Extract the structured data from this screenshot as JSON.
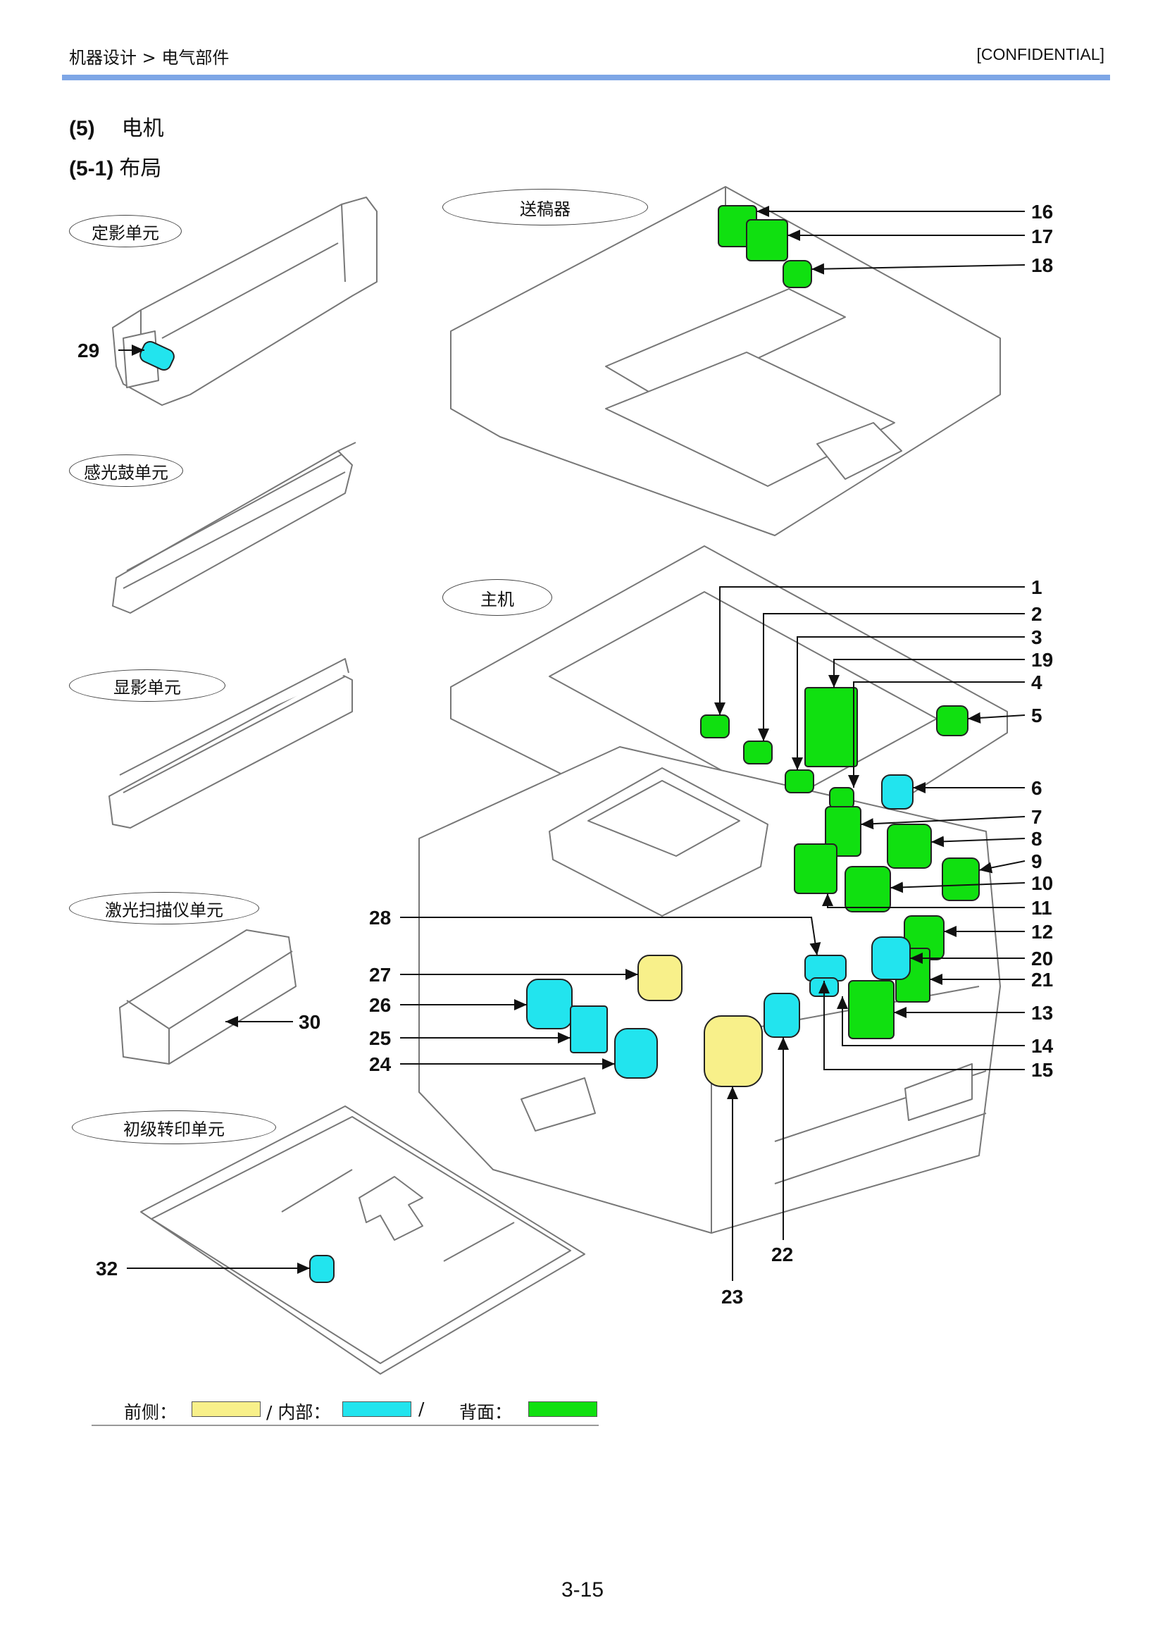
{
  "header": {
    "breadcrumb": "机器设计 > 电气部件",
    "confidential": "[CONFIDENTIAL]"
  },
  "section": {
    "number": "(5)",
    "title": "电机"
  },
  "subsection": {
    "number": "(5-1)",
    "title": "布局"
  },
  "units": {
    "fuser": "定影单元",
    "drum": "感光鼓单元",
    "developer": "显影单元",
    "laser": "激光扫描仪单元",
    "transfer": "初级转印单元",
    "dp": "送稿器",
    "main": "主机"
  },
  "callouts": [
    "1",
    "2",
    "3",
    "4",
    "5",
    "6",
    "7",
    "8",
    "9",
    "10",
    "11",
    "12",
    "13",
    "14",
    "15",
    "16",
    "17",
    "18",
    "19",
    "20",
    "21",
    "22",
    "23",
    "24",
    "25",
    "26",
    "27",
    "28",
    "29",
    "30",
    "32"
  ],
  "legend": {
    "front_label": "前侧：",
    "sep1": "/ 内部：",
    "sep2": "/",
    "rear_label": "背面：",
    "front_color": "#f8f08a",
    "inside_color": "#22e4ee",
    "rear_color": "#10e010"
  },
  "footer": {
    "page": "3-15"
  }
}
